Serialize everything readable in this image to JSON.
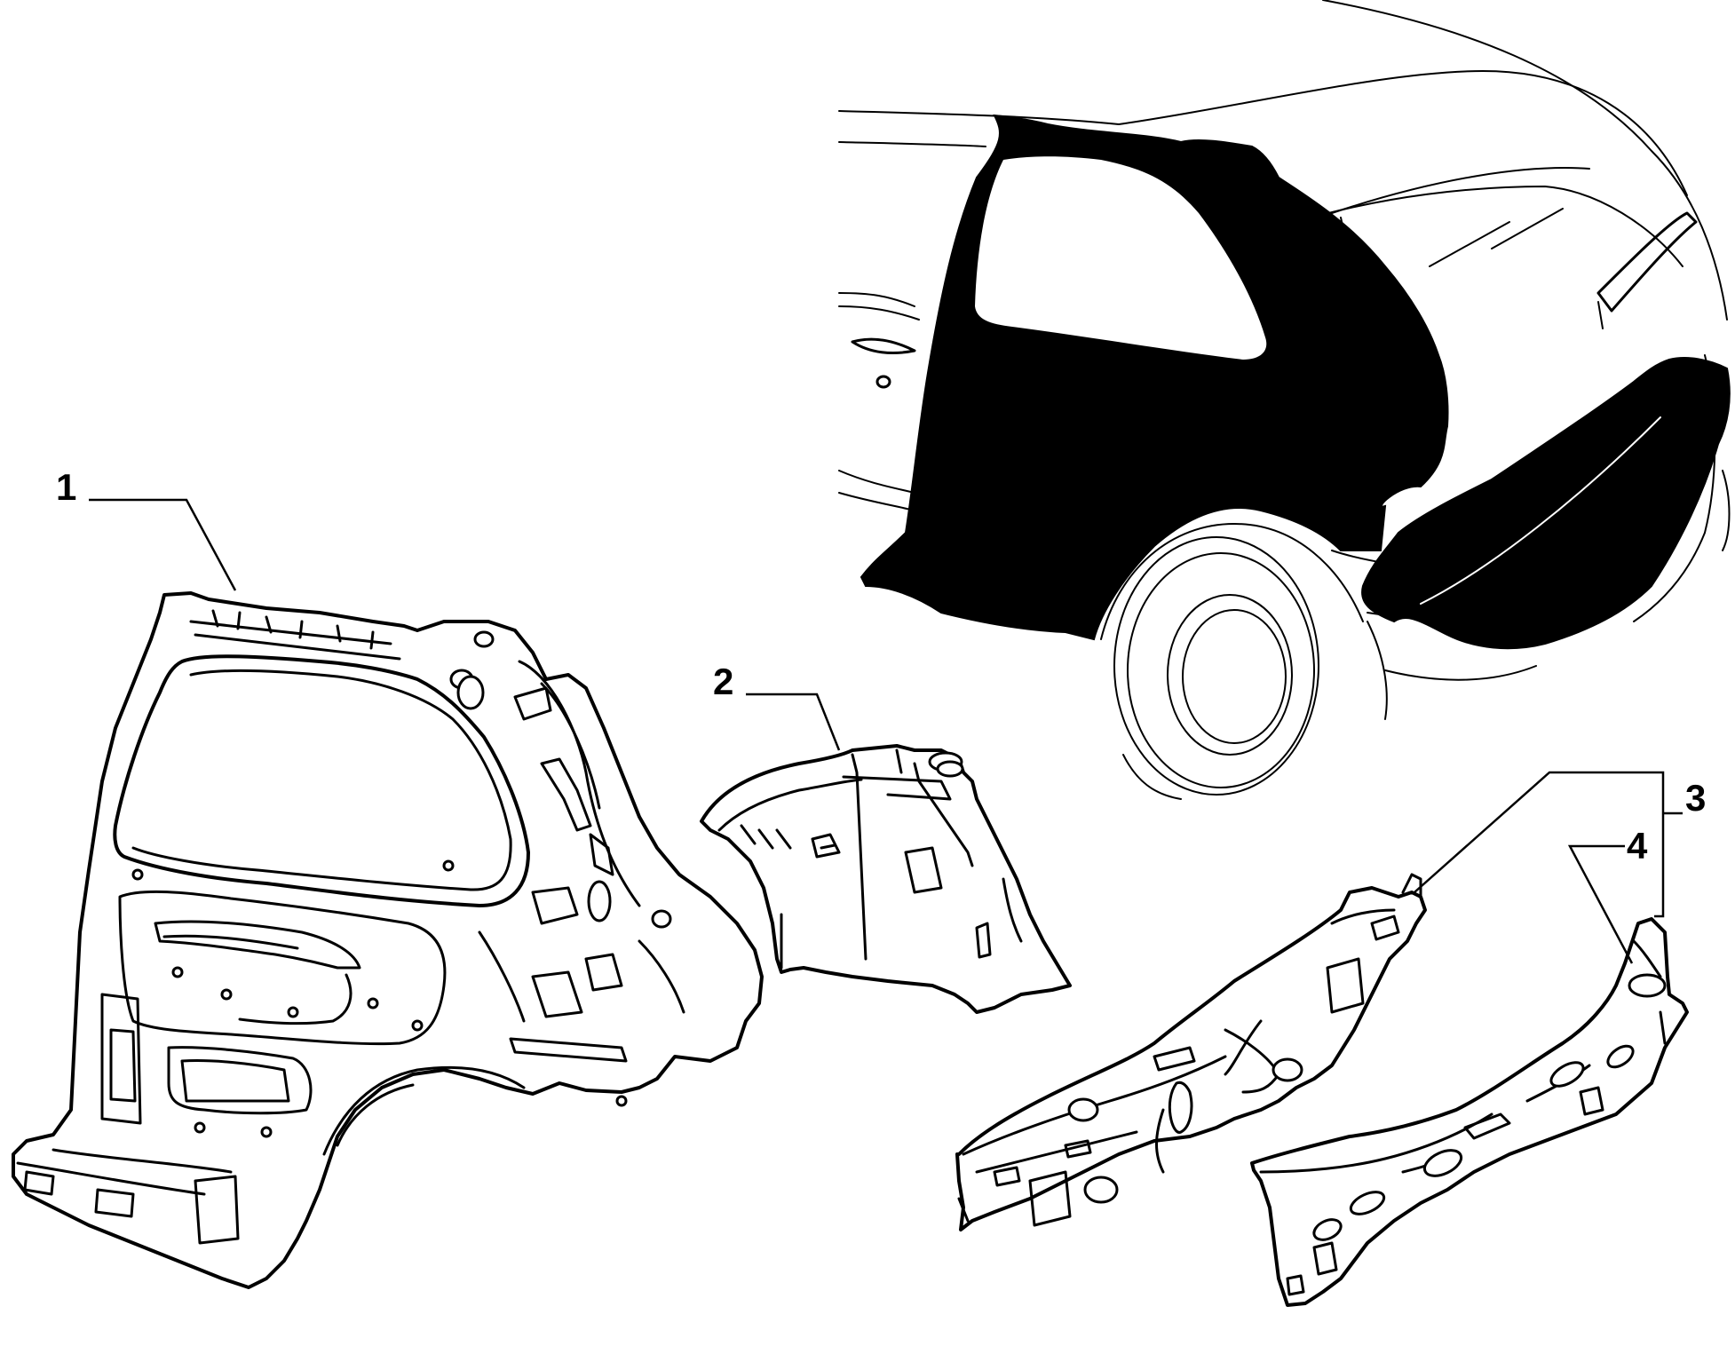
{
  "callouts": [
    {
      "id": "1",
      "label": "1"
    },
    {
      "id": "2",
      "label": "2"
    },
    {
      "id": "3",
      "label": "3"
    },
    {
      "id": "4",
      "label": "4"
    }
  ],
  "colors": {
    "line": "#000000",
    "background": "#ffffff",
    "highlight": "#000000"
  }
}
